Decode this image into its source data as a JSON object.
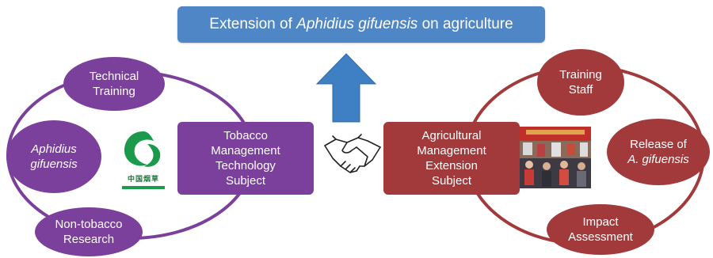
{
  "title": {
    "prefix": "Extension of ",
    "species": "Aphidius gifuensis",
    "suffix": " on agriculture"
  },
  "left": {
    "subject": [
      "Tobacco",
      "Management",
      "Technology",
      "Subject"
    ],
    "nodes": {
      "technical_training": [
        "Technical",
        "Training"
      ],
      "aphidius": [
        "Aphidius",
        "gifuensis"
      ],
      "non_tobacco": [
        "Non-tobacco",
        "Research"
      ]
    },
    "logo_text": "中国烟草",
    "color": "#7b3f9c"
  },
  "right": {
    "subject": [
      "Agricultural",
      "Management",
      "Extension",
      "Subject"
    ],
    "nodes": {
      "training_staff": [
        "Training",
        "Staff"
      ],
      "release": [
        "Release of",
        "A. gifuensis"
      ],
      "impact": [
        "Impact",
        "Assessment"
      ]
    },
    "color": "#a23a3c"
  },
  "colors": {
    "title_bg": "#4f86c6",
    "arrow": "#3f7fc4"
  },
  "icons": {
    "arrow": "up-arrow-icon",
    "handshake": "handshake-icon",
    "logo": "china-tobacco-logo",
    "photo": "event-photo"
  }
}
